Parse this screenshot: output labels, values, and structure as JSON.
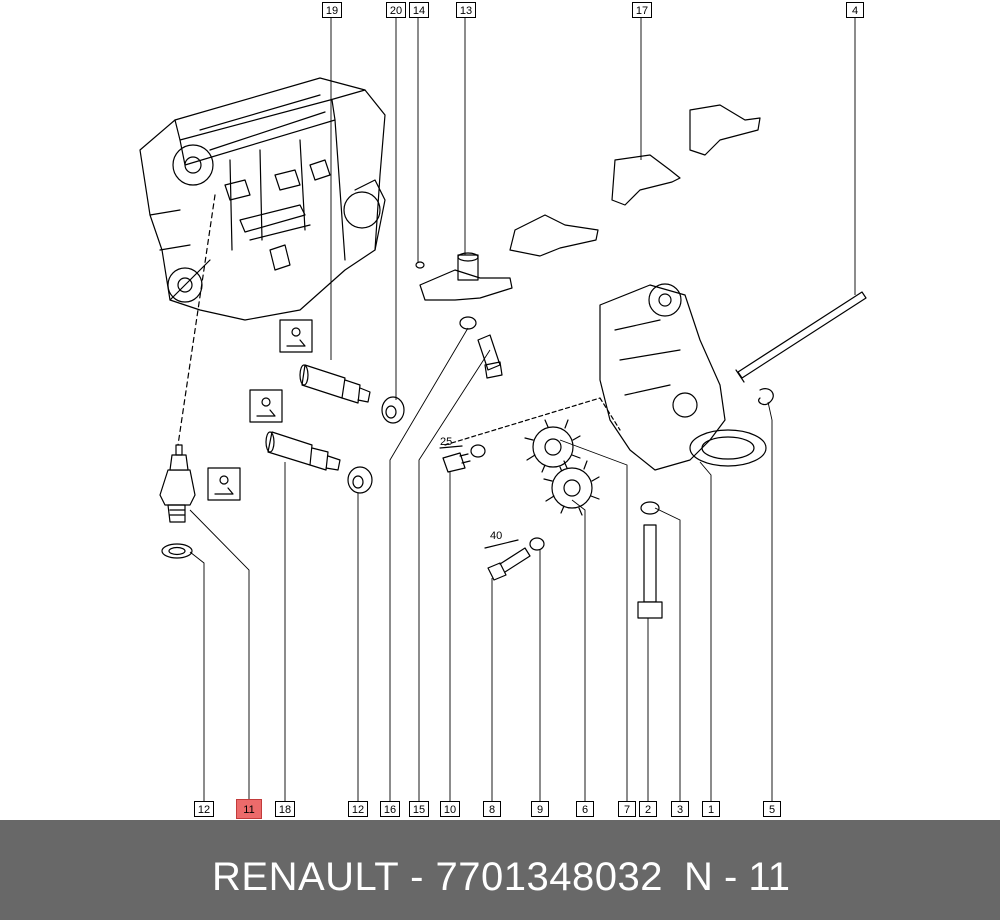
{
  "callouts_top": [
    "19",
    "20",
    "14",
    "13",
    "17",
    "4"
  ],
  "callouts_bottom": [
    "12",
    "11",
    "18",
    "12",
    "16",
    "15",
    "10",
    "8",
    "9",
    "6",
    "7",
    "2",
    "3",
    "1",
    "5"
  ],
  "highlighted_part": "11",
  "dimensions": [
    "25",
    "40"
  ],
  "footer": {
    "brand_part": "RENAULT - 7701348032",
    "ref": "N - 11"
  },
  "colors": {
    "footer_bg": "#686868",
    "highlight": "#ec6b6b",
    "line": "#000000"
  }
}
